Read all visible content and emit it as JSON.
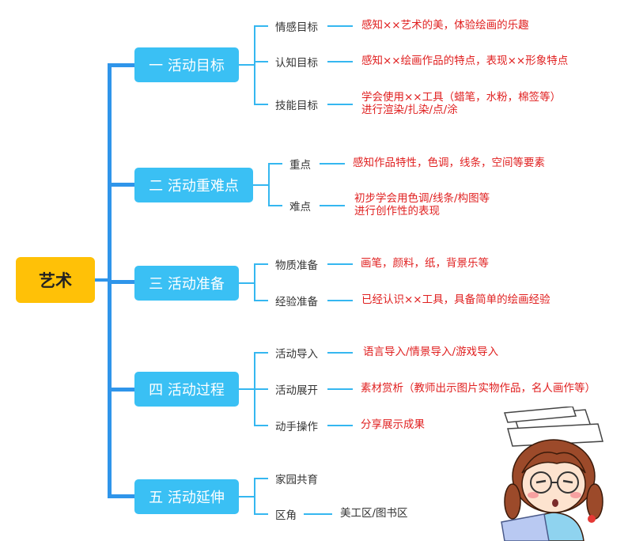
{
  "root": {
    "label": "艺术"
  },
  "branches": [
    {
      "label": "一 活动目标",
      "children": [
        {
          "label": "情感目标",
          "detail": [
            "感知××艺术的美，体验绘画的乐趣"
          ]
        },
        {
          "label": "认知目标",
          "detail": [
            "感知××绘画作品的特点，表现××形象特点"
          ]
        },
        {
          "label": "技能目标",
          "detail": [
            "学会使用××工具（蜡笔，水粉，棉签等）",
            "进行渲染/扎染/点/涂"
          ]
        }
      ]
    },
    {
      "label": "二 活动重难点",
      "children": [
        {
          "label": "重点",
          "detail": [
            "感知作品特性，色调，线条，空间等要素"
          ]
        },
        {
          "label": "难点",
          "detail": [
            "初步学会用色调/线条/构图等",
            "进行创作性的表现"
          ]
        }
      ]
    },
    {
      "label": "三 活动准备",
      "children": [
        {
          "label": "物质准备",
          "detail": [
            "画笔，颜料，纸，背景乐等"
          ]
        },
        {
          "label": "经验准备",
          "detail": [
            "已经认识××工具，具备简单的绘画经验"
          ]
        }
      ]
    },
    {
      "label": "四 活动过程",
      "children": [
        {
          "label": "活动导入",
          "detail": [
            "语言导入/情景导入/游戏导入"
          ]
        },
        {
          "label": "活动展开",
          "detail": [
            "素材赏析（教师出示图片实物作品，名人画作等）"
          ]
        },
        {
          "label": "动手操作",
          "detail": [
            "分享展示成果"
          ]
        }
      ]
    },
    {
      "label": "五 活动延伸",
      "children": [
        {
          "label": "家园共育",
          "detail": []
        },
        {
          "label": "区角",
          "detail": [
            "美工区/图书区"
          ]
        }
      ]
    }
  ],
  "colors": {
    "root": "#ffc107",
    "branch": "#3ac0f4",
    "connector": "#2f95ea",
    "detail_text": "#e02020"
  }
}
